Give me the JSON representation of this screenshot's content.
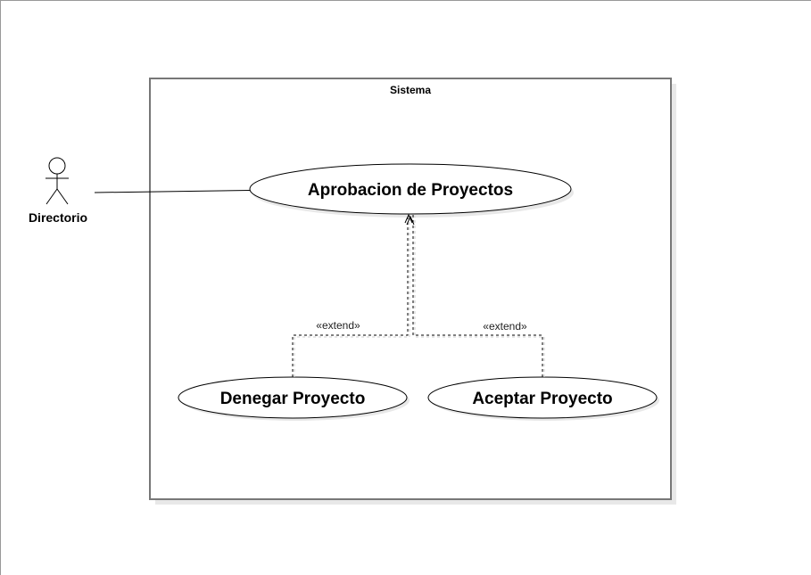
{
  "system": {
    "label": "Sistema"
  },
  "actor": {
    "label": "Directorio"
  },
  "use_cases": {
    "main": {
      "label": "Aprobacion de Proyectos"
    },
    "deny": {
      "label": "Denegar Proyecto"
    },
    "accept": {
      "label": "Aceptar Proyecto"
    }
  },
  "relations": {
    "deny_extend": {
      "stereotype": "«extend»"
    },
    "accept_extend": {
      "stereotype": "«extend»"
    }
  },
  "colors": {
    "stroke": "#000000",
    "boundary_stroke": "#777777",
    "shadow": "#e6e6e6",
    "page_border": "#999999"
  }
}
